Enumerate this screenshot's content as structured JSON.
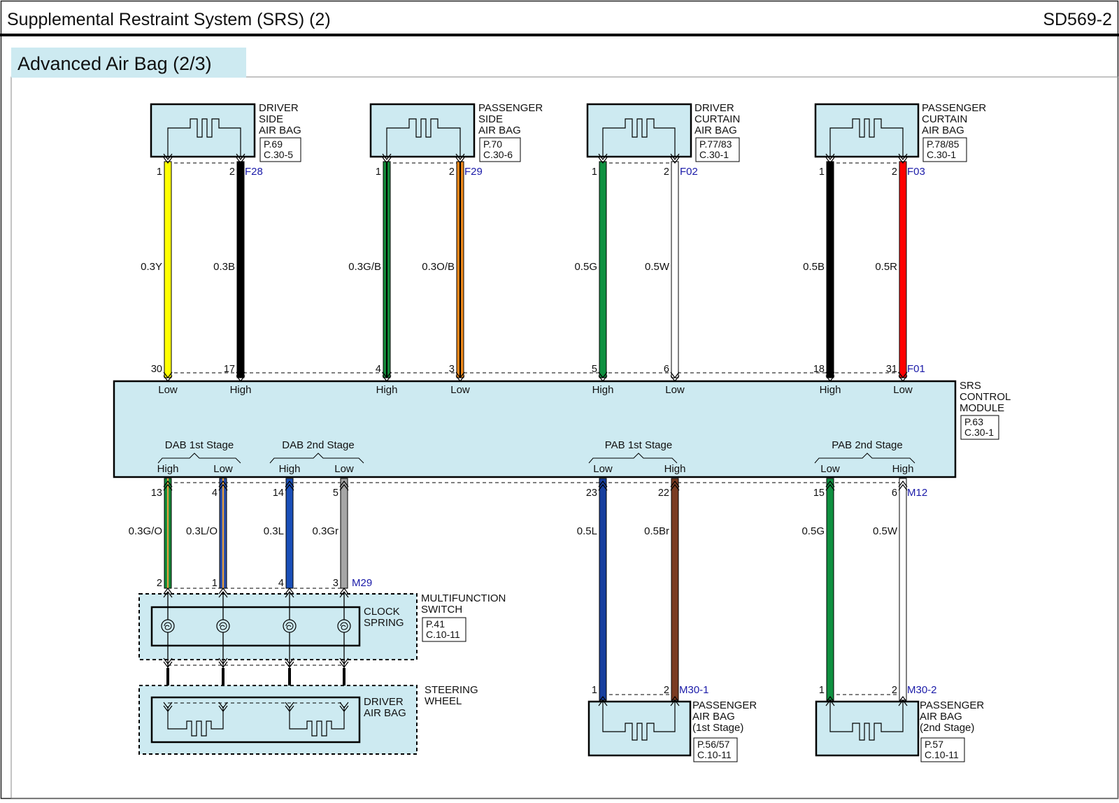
{
  "header": {
    "title": "Supplemental Restraint System (SRS) (2)",
    "page_code": "SD569-2"
  },
  "subtitle": "Advanced Air Bag (2/3)",
  "colors": {
    "box_fill": "#cdeaf1",
    "banner_fill": "#cdeaf1",
    "connector_label": "#1a1aa8"
  },
  "components": {
    "driver_side": {
      "name_lines": [
        "DRIVER",
        "SIDE",
        "AIR BAG"
      ],
      "ref": [
        "P.69",
        "C.30-5"
      ]
    },
    "passenger_side": {
      "name_lines": [
        "PASSENGER",
        "SIDE",
        "AIR BAG"
      ],
      "ref": [
        "P.70",
        "C.30-6"
      ]
    },
    "driver_curtain": {
      "name_lines": [
        "DRIVER",
        "CURTAIN",
        "AIR BAG"
      ],
      "ref": [
        "P.77/83",
        "C.30-1"
      ]
    },
    "passenger_curtain": {
      "name_lines": [
        "PASSENGER",
        "CURTAIN",
        "AIR BAG"
      ],
      "ref": [
        "P.78/85",
        "C.30-1"
      ]
    },
    "srs_module": {
      "name_lines": [
        "SRS",
        "CONTROL",
        "MODULE"
      ],
      "ref": [
        "P.63",
        "C.30-1"
      ]
    },
    "multifunction_switch": {
      "name_lines": [
        "MULTIFUNCTION",
        "SWITCH"
      ],
      "ref": [
        "P.41",
        "C.10-11"
      ]
    },
    "clock_spring": {
      "name_lines": [
        "CLOCK",
        "SPRING"
      ]
    },
    "steering_wheel": {
      "name_lines": [
        "STEERING",
        "WHEEL"
      ]
    },
    "driver_air_bag": {
      "name_lines": [
        "DRIVER",
        "AIR BAG"
      ]
    },
    "pab_1st": {
      "name_lines": [
        "PASSENGER",
        "AIR BAG",
        "(1st Stage)"
      ],
      "ref": [
        "P.56/57",
        "C.10-11"
      ]
    },
    "pab_2nd": {
      "name_lines": [
        "PASSENGER",
        "AIR BAG",
        "(2nd Stage)"
      ],
      "ref": [
        "P.57",
        "C.10-11"
      ]
    }
  },
  "connectors": {
    "F28": "F28",
    "F29": "F29",
    "F02": "F02",
    "F03": "F03",
    "F01": "F01",
    "M12": "M12",
    "M29": "M29",
    "M30_1": "M30-1",
    "M30_2": "M30-2"
  },
  "module_groups": {
    "dab1": "DAB 1st Stage",
    "dab2": "DAB 2nd Stage",
    "pab1": "PAB 1st Stage",
    "pab2": "PAB 2nd Stage"
  },
  "upper_wires": [
    {
      "id": "u1",
      "top_pin": "1",
      "bottom_pin": "30",
      "wire": "0.3Y",
      "color": "#ffff00",
      "stripe": "",
      "terminal": "Low"
    },
    {
      "id": "u2",
      "top_pin": "2",
      "bottom_pin": "17",
      "wire": "0.3B",
      "color": "#000000",
      "stripe": "",
      "terminal": "High"
    },
    {
      "id": "u3",
      "top_pin": "1",
      "bottom_pin": "4",
      "wire": "0.3G/B",
      "color": "#138c3a",
      "stripe": "#000000",
      "terminal": "High"
    },
    {
      "id": "u4",
      "top_pin": "2",
      "bottom_pin": "3",
      "wire": "0.3O/B",
      "color": "#f08a1c",
      "stripe": "#000000",
      "terminal": "Low"
    },
    {
      "id": "u5",
      "top_pin": "1",
      "bottom_pin": "5",
      "wire": "0.5G",
      "color": "#0f9040",
      "stripe": "",
      "terminal": "High"
    },
    {
      "id": "u6",
      "top_pin": "2",
      "bottom_pin": "6",
      "wire": "0.5W",
      "color": "#ffffff",
      "stripe": "",
      "terminal": "Low"
    },
    {
      "id": "u7",
      "top_pin": "1",
      "bottom_pin": "18",
      "wire": "0.5B",
      "color": "#000000",
      "stripe": "",
      "terminal": "High"
    },
    {
      "id": "u8",
      "top_pin": "2",
      "bottom_pin": "31",
      "wire": "0.5R",
      "color": "#ff0000",
      "stripe": "",
      "terminal": "Low"
    }
  ],
  "lower_wires": [
    {
      "id": "l1",
      "module_pin": "13",
      "far_pin": "2",
      "wire": "0.3G/O",
      "color": "#138c3a",
      "stripe": "#e8a040",
      "terminal": "High"
    },
    {
      "id": "l2",
      "module_pin": "4",
      "far_pin": "1",
      "wire": "0.3L/O",
      "color": "#2a4ea8",
      "stripe": "#e8a040",
      "terminal": "Low"
    },
    {
      "id": "l3",
      "module_pin": "14",
      "far_pin": "4",
      "wire": "0.3L",
      "color": "#1a4fb8",
      "stripe": "",
      "terminal": "High"
    },
    {
      "id": "l4",
      "module_pin": "5",
      "far_pin": "3",
      "wire": "0.3Gr",
      "color": "#a6a6a6",
      "stripe": "",
      "terminal": "Low"
    },
    {
      "id": "l5",
      "module_pin": "23",
      "far_pin": "1",
      "wire": "0.5L",
      "color": "#173f9e",
      "stripe": "",
      "terminal": "Low"
    },
    {
      "id": "l6",
      "module_pin": "22",
      "far_pin": "2",
      "wire": "0.5Br",
      "color": "#7a3b22",
      "stripe": "",
      "terminal": "High"
    },
    {
      "id": "l7",
      "module_pin": "15",
      "far_pin": "1",
      "wire": "0.5G",
      "color": "#0f9040",
      "stripe": "",
      "terminal": "Low"
    },
    {
      "id": "l8",
      "module_pin": "6",
      "far_pin": "2",
      "wire": "0.5W",
      "color": "#ffffff",
      "stripe": "",
      "terminal": "High"
    }
  ]
}
